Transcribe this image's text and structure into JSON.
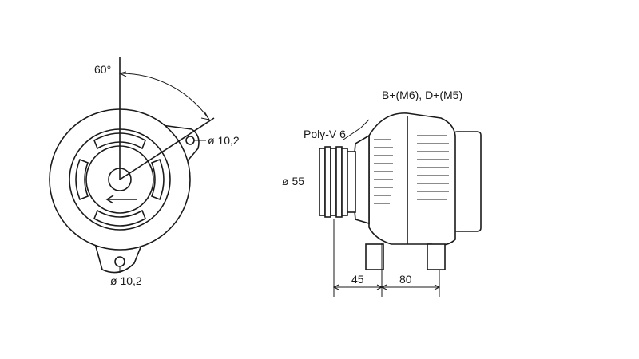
{
  "labels": {
    "angle": "60°",
    "hole_top": "ø 10,2",
    "hole_bottom": "ø 10,2",
    "connectors": "B+(M6), D+(M5)",
    "belt": "Poly-V 6",
    "pulley_dia": "ø 55",
    "dim_front": "45",
    "dim_body": "80"
  },
  "colors": {
    "line": "#1a1a1a",
    "background": "#ffffff"
  }
}
